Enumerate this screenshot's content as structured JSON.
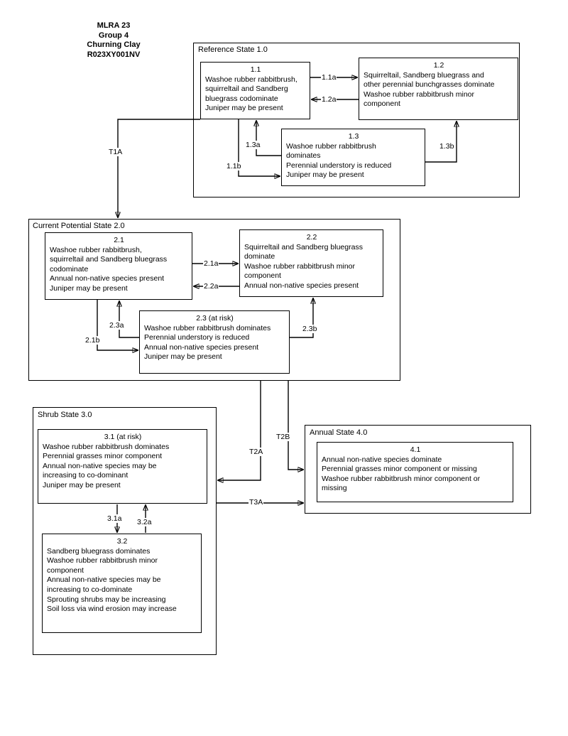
{
  "header": {
    "text": "MLRA 23\nGroup 4\nChurning Clay\nR023XY001NV"
  },
  "states": [
    {
      "id": "state-1",
      "label": "Reference State 1.0"
    },
    {
      "id": "state-2",
      "label": "Current Potential State 2.0"
    },
    {
      "id": "state-3",
      "label": "Shrub State 3.0"
    },
    {
      "id": "state-4",
      "label": "Annual State 4.0"
    }
  ],
  "phases": [
    {
      "id": "phase-1-1",
      "number": "1.1",
      "lines": "Washoe rubber rabbitbrush,\nsquirreltail and Sandberg\nbluegrass codominate\nJuniper may be present",
      "at_risk": false
    },
    {
      "id": "phase-1-2",
      "number": "1.2",
      "lines": "Squirreltail, Sandberg bluegrass and\nother perennial bunchgrasses dominate\nWashoe rubber rabbitbrush minor\ncomponent",
      "at_risk": false
    },
    {
      "id": "phase-1-3",
      "number": "1.3",
      "lines": "Washoe rubber rabbitbrush\ndominates\nPerennial understory is reduced\nJuniper may be present",
      "at_risk": false
    },
    {
      "id": "phase-2-1",
      "number": "2.1",
      "lines": "Washoe rubber rabbitbrush,\nsquirreltail and Sandberg bluegrass\ncodominate\nAnnual non-native species present\nJuniper may be present",
      "at_risk": false
    },
    {
      "id": "phase-2-2",
      "number": "2.2",
      "lines": "Squirreltail and Sandberg bluegrass\ndominate\nWashoe rubber rabbitbrush minor\ncomponent\nAnnual non-native species present",
      "at_risk": false
    },
    {
      "id": "phase-2-3",
      "number": "2.3 (at risk)",
      "lines": "Washoe rubber rabbitbrush dominates\nPerennial understory is reduced\nAnnual non-native species present\nJuniper may be present",
      "at_risk": true
    },
    {
      "id": "phase-3-1",
      "number": "3.1 (at risk)",
      "lines": "Washoe rubber rabbitbrush dominates\nPerennial grasses minor component\nAnnual non-native species may be\nincreasing to co-dominant\nJuniper may be present",
      "at_risk": true
    },
    {
      "id": "phase-3-2",
      "number": "3.2",
      "lines": "Sandberg bluegrass dominates\nWashoe rubber rabbitbrush minor\ncomponent\nAnnual non-native species may be\nincreasing to co-dominate\nSprouting shrubs may be increasing\nSoil loss via wind erosion may increase",
      "at_risk": false
    },
    {
      "id": "phase-4-1",
      "number": "4.1",
      "lines": "Annual non-native species dominate\nPerennial grasses minor component or missing\nWashoe rubber rabbitbrush minor component or\nmissing",
      "at_risk": false
    }
  ],
  "transitions": {
    "t1a": "T1A",
    "t2a": "T2A",
    "t2b": "T2B",
    "t3a": "T3A"
  },
  "pathways": {
    "p11a": "1.1a",
    "p12a": "1.2a",
    "p11b": "1.1b",
    "p13a": "1.3a",
    "p13b": "1.3b",
    "p21a": "2.1a",
    "p22a": "2.2a",
    "p21b": "2.1b",
    "p23a": "2.3a",
    "p23b": "2.3b",
    "p31a": "3.1a",
    "p32a": "3.2a"
  },
  "colors": {
    "stroke": "#000000",
    "background": "#ffffff"
  }
}
